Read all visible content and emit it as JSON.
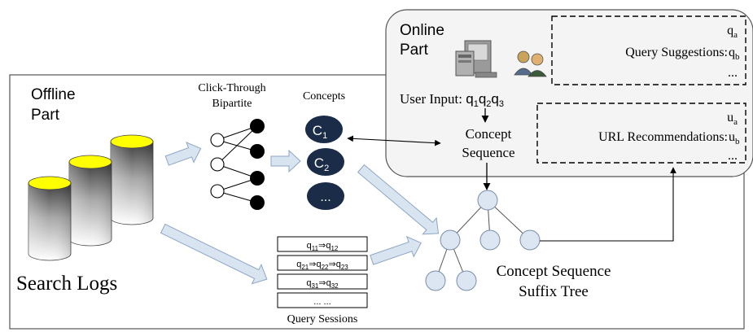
{
  "offline": {
    "title_line1": "Offline",
    "title_line2": "Part"
  },
  "online": {
    "title_line1": "Online",
    "title_line2": "Part"
  },
  "search_logs": {
    "label": "Search Logs"
  },
  "bipartite": {
    "label_line1": "Click-Through",
    "label_line2": "Bipartite"
  },
  "concepts": {
    "label": "Concepts",
    "items": [
      {
        "base": "C",
        "sub": "1"
      },
      {
        "base": "C",
        "sub": "2"
      },
      {
        "base": "...",
        "sub": ""
      }
    ]
  },
  "query_sessions": {
    "label": "Query Sessions",
    "rows": [
      [
        {
          "base": "q",
          "sub": "11"
        },
        {
          "base": "q",
          "sub": "12"
        }
      ],
      [
        {
          "base": "q",
          "sub": "21"
        },
        {
          "base": "q",
          "sub": "22"
        },
        {
          "base": "q",
          "sub": "23"
        }
      ],
      [
        {
          "base": "q",
          "sub": "31"
        },
        {
          "base": "q",
          "sub": "32"
        }
      ],
      "... ..."
    ],
    "arrow_symbol": "⇒"
  },
  "user_input": {
    "prefix": "User Input: ",
    "queries": [
      {
        "base": "q",
        "sub": "1"
      },
      {
        "base": "q",
        "sub": "2"
      },
      {
        "base": "q",
        "sub": "3"
      }
    ]
  },
  "concept_sequence": {
    "line1": "Concept",
    "line2": "Sequence"
  },
  "suffix_tree": {
    "label_line1": "Concept Sequence",
    "label_line2": "Suffix Tree"
  },
  "query_suggestions": {
    "label": "Query Suggestions: ",
    "items": [
      {
        "base": "q",
        "sub": "a"
      },
      {
        "base": "q",
        "sub": "b"
      }
    ],
    "more": "..."
  },
  "url_recommendations": {
    "label": "URL Recommendations: ",
    "items": [
      {
        "base": "u",
        "sub": "a"
      },
      {
        "base": "u",
        "sub": "b"
      }
    ],
    "more": "..."
  },
  "colors": {
    "concept_fill": "#1a2c48",
    "cylinder_top": "#ffff00",
    "block_arrow_fill": "#d8e4f0",
    "block_arrow_stroke": "#8ea6c4",
    "tree_node_fill": "#dbe6f2",
    "tree_node_stroke": "#7a8ea8",
    "online_fill": "#f4f4f4"
  },
  "icons": [
    "computer-icon",
    "users-icon"
  ]
}
